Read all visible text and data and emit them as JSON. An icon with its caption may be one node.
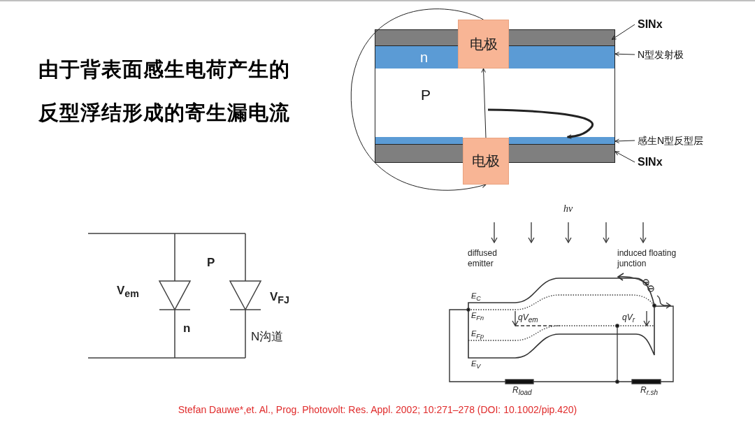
{
  "diagram": {
    "title": "由于背表面感生电荷产生的反型浮结形成的寄生漏电流",
    "caption": "Stefan Dauwe*,et. Al., Prog. Photovolt: Res. Appl. 2002; 10:271–278 (DOI: 10.1002/pip.420)",
    "nodes": [
      {
        "text": [],
        "shape": "bar"
      },
      {
        "text": [],
        "shape": "bar"
      },
      {
        "text": [
          "n"
        ]
      },
      {
        "text": [],
        "shape": "bar"
      },
      {
        "text": [
          "P"
        ]
      },
      {
        "text": [],
        "shape": "bar"
      },
      {
        "text": [],
        "shape": "bar"
      },
      {
        "text": [],
        "shape": "bar"
      },
      {
        "text": [],
        "shape": "bar"
      },
      {
        "text": [
          "电极"
        ]
      },
      {
        "text": [
          "电极"
        ]
      },
      {
        "text": [
          "SINx"
        ]
      },
      {
        "text": [
          "N型发射极"
        ]
      },
      {
        "text": [
          "感生N型反型层"
        ]
      },
      {
        "text": [
          "SINx"
        ]
      }
    ],
    "edges": [
      {
        "from": 11,
        "to": 1,
        "arrow": "to"
      },
      {
        "from": 12,
        "to": 3,
        "arrow": "to"
      },
      {
        "from": 13,
        "to": 6,
        "arrow": "to"
      },
      {
        "from": 14,
        "to": 8,
        "arrow": "to"
      },
      {
        "from": 10,
        "to": 9,
        "arrow": "to"
      },
      {
        "from": null,
        "to": 6,
        "arrow": "to",
        "style": "thick"
      },
      {
        "from": 9,
        "to": 10,
        "arrow": "to"
      }
    ],
    "labels": [
      "P",
      "V$_{em}$",
      "V$_{FJ}$",
      "n",
      "N沟道",
      "hν",
      "diffused emitter",
      "induced floating junction",
      "E$_{C}$",
      "E$_{Fn}$",
      "qV$_{em}$",
      "qV$_{r}$",
      "E$_{Fp}$",
      "E$_{V}$",
      "R$_{load}$",
      "R$_{r.sh}$"
    ]
  }
}
